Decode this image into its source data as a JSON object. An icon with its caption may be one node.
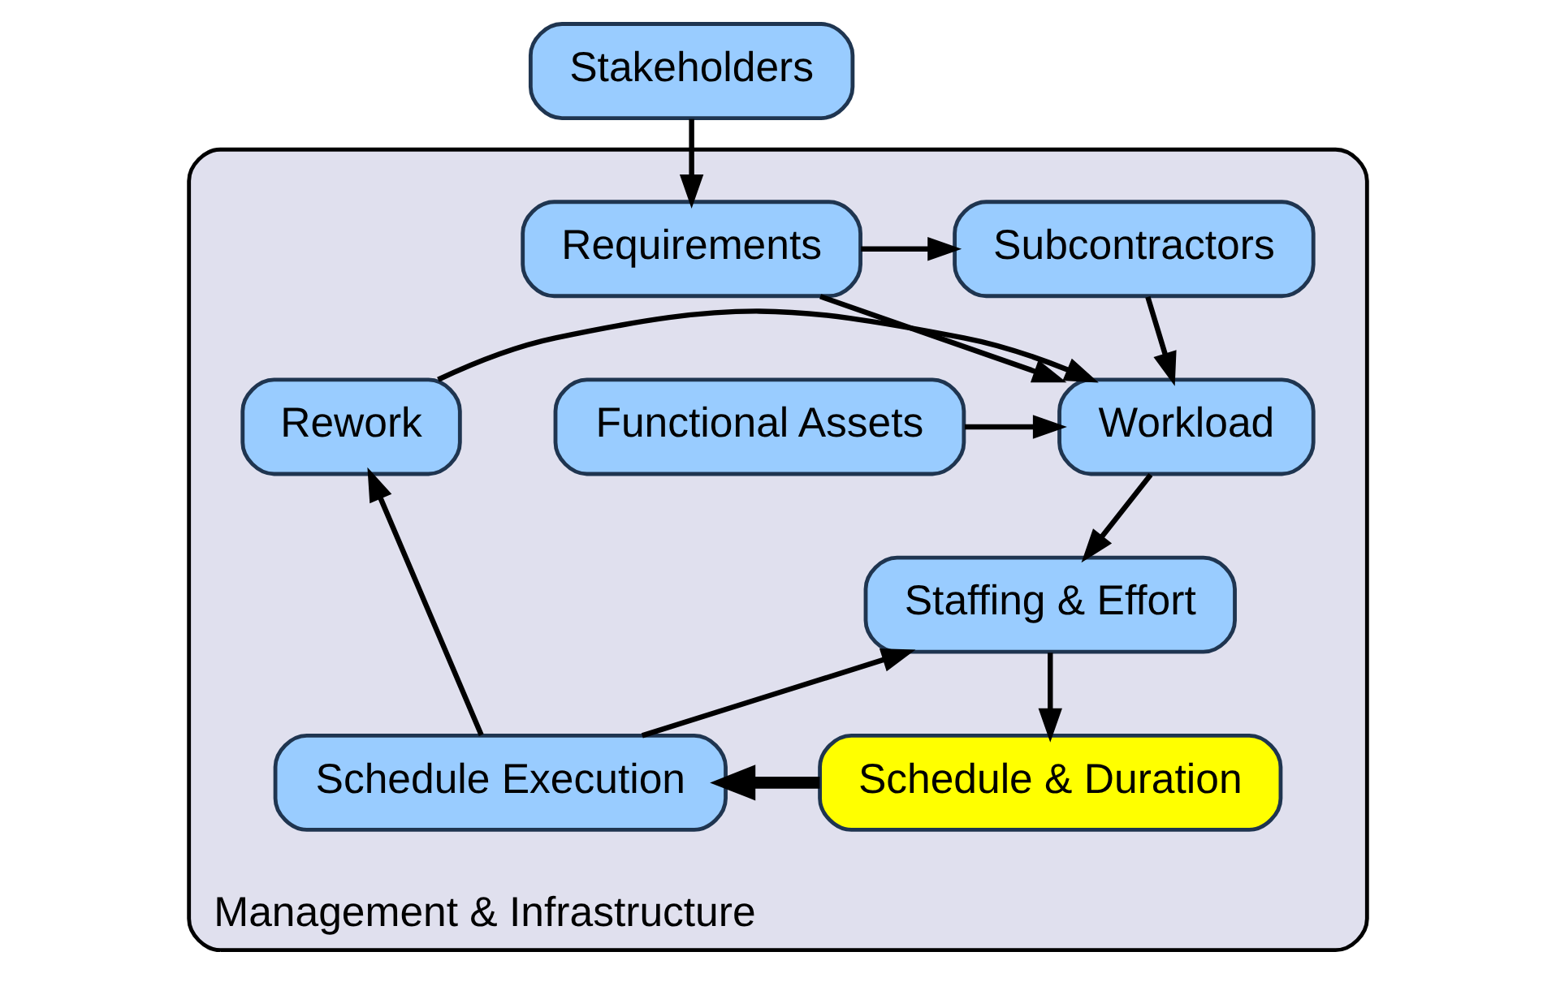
{
  "diagram": {
    "nodes": [
      {
        "text": [
          "Management & Infrastructure"
        ]
      },
      {
        "text": [
          "Stakeholders"
        ]
      },
      {
        "text": [
          "Requirements"
        ],
        "in": 0
      },
      {
        "text": [
          "Subcontractors"
        ],
        "in": 0
      },
      {
        "text": [
          "Functional Assets"
        ],
        "in": 0
      },
      {
        "text": [
          "Workload"
        ],
        "in": 0
      },
      {
        "text": [
          "Rework"
        ],
        "in": 0
      },
      {
        "text": [
          "Staffing & Effort"
        ],
        "in": 0
      },
      {
        "text": [
          "Schedule & Duration"
        ],
        "in": 0
      },
      {
        "text": [
          "Schedule Execution"
        ],
        "in": 0
      }
    ],
    "edges": [
      {
        "from": 1,
        "to": 2,
        "arrow": "to"
      },
      {
        "from": 2,
        "to": 3,
        "arrow": "to"
      },
      {
        "from": 2,
        "to": 5,
        "arrow": "to"
      },
      {
        "from": 3,
        "to": 5,
        "arrow": "to"
      },
      {
        "from": 4,
        "to": 5,
        "arrow": "to"
      },
      {
        "from": 6,
        "to": 5,
        "arrow": "to"
      },
      {
        "from": 5,
        "to": 7,
        "arrow": "to"
      },
      {
        "from": 7,
        "to": 8,
        "arrow": "to"
      },
      {
        "from": 8,
        "to": 9,
        "arrow": "to",
        "style": "thick"
      },
      {
        "from": 9,
        "to": 6,
        "arrow": "to"
      },
      {
        "from": 9,
        "to": 7,
        "arrow": "to"
      }
    ]
  }
}
